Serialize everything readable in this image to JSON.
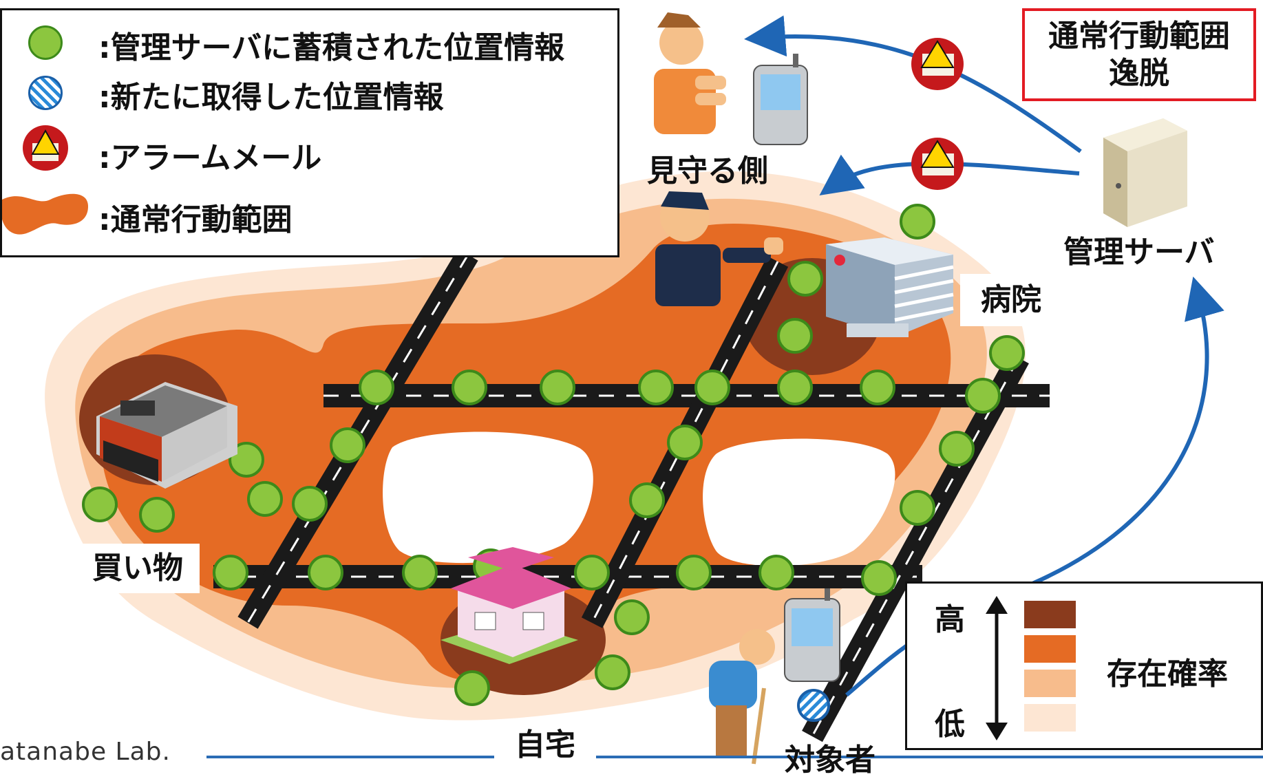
{
  "legend": {
    "stored_location": ":管理サーバに蓄積された位置情報",
    "new_location": ":新たに取得した位置情報",
    "alarm_mail": ":アラームメール",
    "normal_range": ":通常行動範囲"
  },
  "alert_box": {
    "line1": "通常行動範囲",
    "line2": "逸脱"
  },
  "labels": {
    "watcher": "見守る側",
    "server": "管理サーバ",
    "hospital": "病院",
    "shopping": "買い物",
    "home": "自宅",
    "subject": "対象者"
  },
  "probability": {
    "high": "高",
    "low": "低",
    "title": "存在確率"
  },
  "footer": {
    "lab_name": "atanabe Lab."
  },
  "colors": {
    "range_outer": "#fde6d3",
    "range_light": "#f7bc8c",
    "range_mid": "#e56b24",
    "range_high": "#8a3b1d",
    "stored_point": "#8cc63f",
    "arrow": "#1f66b5",
    "alert_border": "#e31b23"
  },
  "icons": [
    "green-dot-icon",
    "striped-dot-icon",
    "alarm-mail-icon",
    "orange-blob-icon",
    "server-icon",
    "mobile-phone-icon",
    "hospital-icon",
    "house-icon",
    "shop-icon"
  ]
}
